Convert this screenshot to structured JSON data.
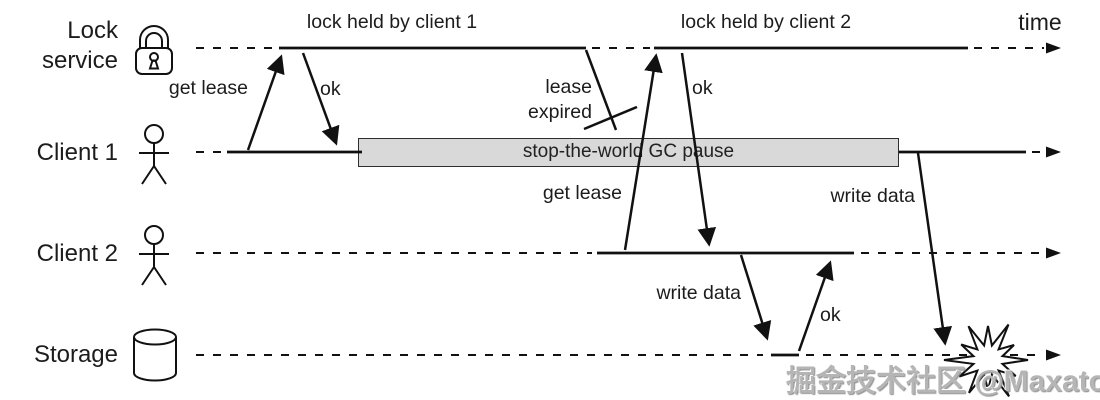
{
  "lanes": [
    {
      "label": "Lock service"
    },
    {
      "label": "Client 1"
    },
    {
      "label": "Client 2"
    },
    {
      "label": "Storage"
    }
  ],
  "annotations": {
    "lock_held_by_client_1": "lock held by client 1",
    "lock_held_by_client_2": "lock held by client 2",
    "time_axis": "time"
  },
  "messages": {
    "get_lease_client1": "get lease",
    "ok_client1": "ok",
    "lease_expired": "lease expired",
    "get_lease_client2": "get lease",
    "ok_client2": "ok",
    "write_data_client2": "write data",
    "ok_storage": "ok",
    "write_data_client1": "write data"
  },
  "gc_box": {
    "label": "stop-the-world GC pause"
  },
  "watermark": {
    "text": "掘金技术社区 @Maxatom"
  },
  "colors": {
    "line": "#111111",
    "background": "#ffffff",
    "gc_box_fill": "#d9d9d9",
    "gc_box_border": "#2e2e2e",
    "watermark_gray": "#b5b5b5"
  }
}
